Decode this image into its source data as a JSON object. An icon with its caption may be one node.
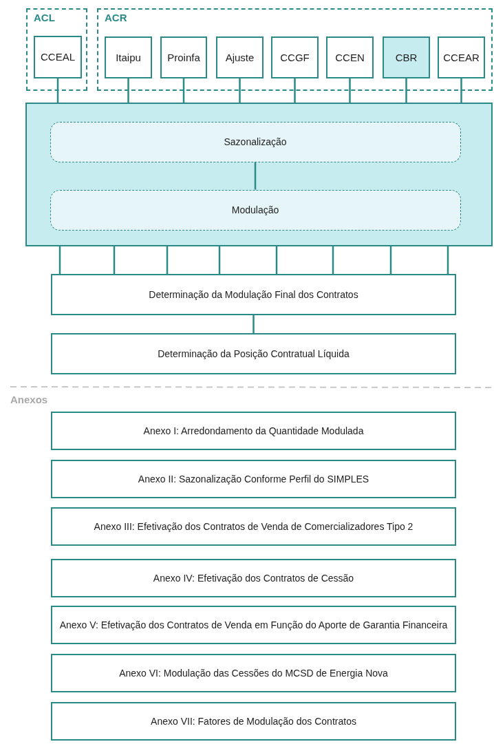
{
  "diagram": {
    "nodes": [
      {
        "text": [
          "ACL"
        ]
      },
      {
        "text": [
          "CCEAL"
        ],
        "in": 0
      },
      {
        "text": [
          "ACR"
        ]
      },
      {
        "text": [
          "Itaipu"
        ],
        "in": 2
      },
      {
        "text": [
          "Proinfa"
        ],
        "in": 2
      },
      {
        "text": [
          "Ajuste"
        ],
        "in": 2
      },
      {
        "text": [
          "CCGF"
        ],
        "in": 2
      },
      {
        "text": [
          "CCEN"
        ],
        "in": 2
      },
      {
        "text": [
          "CBR"
        ],
        "in": 2
      },
      {
        "text": [
          "CCEAR"
        ],
        "in": 2
      },
      {
        "text": [],
        "shape": "box"
      },
      {
        "text": [
          "Sazonalização"
        ],
        "in": 10
      },
      {
        "text": [
          "Modulação"
        ],
        "in": 10
      },
      {
        "text": [
          "Determinação da Modulação Final dos Contratos"
        ]
      },
      {
        "text": [
          "Determinação da Posição Contratual Líquida"
        ]
      },
      {
        "text": [
          "Anexo I: Arredondamento da Quantidade Modulada"
        ]
      },
      {
        "text": [
          "Anexo II: Sazonalização Conforme Perfil do SIMPLES"
        ]
      },
      {
        "text": [
          "Anexo III: Efetivação dos Contratos de Venda de Comercializadores Tipo 2"
        ]
      },
      {
        "text": [
          "Anexo IV: Efetivação dos Contratos de Cessão"
        ]
      },
      {
        "text": [
          "Anexo V: Efetivação dos Contratos de Venda em Função do Aporte de Garantia Financeira"
        ]
      },
      {
        "text": [
          "Anexo VI: Modulação das Cessões do MCSD de Energia Nova"
        ]
      },
      {
        "text": [
          "Anexo VII: Fatores de Modulação dos Contratos"
        ]
      }
    ],
    "edges": [
      {
        "from": 1,
        "to": 10,
        "arrow": "none"
      },
      {
        "from": 3,
        "to": 10,
        "arrow": "none"
      },
      {
        "from": 4,
        "to": 10,
        "arrow": "none"
      },
      {
        "from": 5,
        "to": 10,
        "arrow": "none"
      },
      {
        "from": 6,
        "to": 10,
        "arrow": "none"
      },
      {
        "from": 7,
        "to": 10,
        "arrow": "none"
      },
      {
        "from": 8,
        "to": 10,
        "arrow": "none"
      },
      {
        "from": 9,
        "to": 10,
        "arrow": "none"
      },
      {
        "from": 11,
        "to": 12,
        "arrow": "none"
      },
      {
        "from": 10,
        "to": 13,
        "arrow": "none"
      },
      {
        "from": 10,
        "to": 13,
        "arrow": "none"
      },
      {
        "from": 10,
        "to": 13,
        "arrow": "none"
      },
      {
        "from": 10,
        "to": 13,
        "arrow": "none"
      },
      {
        "from": 10,
        "to": 13,
        "arrow": "none"
      },
      {
        "from": 10,
        "to": 13,
        "arrow": "none"
      },
      {
        "from": 10,
        "to": 13,
        "arrow": "none"
      },
      {
        "from": 10,
        "to": 13,
        "arrow": "none"
      },
      {
        "from": 13,
        "to": 14,
        "arrow": "none"
      }
    ],
    "labels": [
      "Anexos"
    ]
  }
}
